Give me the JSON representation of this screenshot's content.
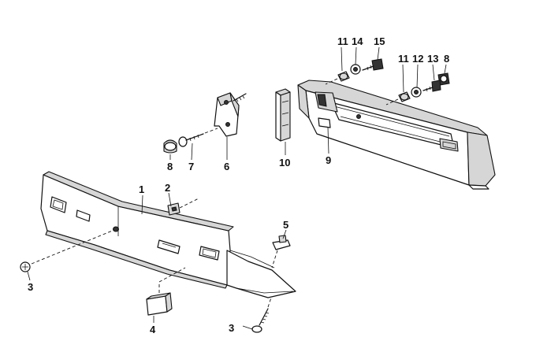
{
  "callouts": [
    {
      "id": "c11a",
      "label": "11"
    },
    {
      "id": "c14",
      "label": "14"
    },
    {
      "id": "c15",
      "label": "15"
    },
    {
      "id": "c11b",
      "label": "11"
    },
    {
      "id": "c12",
      "label": "12"
    },
    {
      "id": "c13",
      "label": "13"
    },
    {
      "id": "c8a",
      "label": "8"
    },
    {
      "id": "c10",
      "label": "10"
    },
    {
      "id": "c9",
      "label": "9"
    },
    {
      "id": "c8b",
      "label": "8"
    },
    {
      "id": "c7",
      "label": "7"
    },
    {
      "id": "c6",
      "label": "6"
    },
    {
      "id": "c1",
      "label": "1"
    },
    {
      "id": "c2",
      "label": "2"
    },
    {
      "id": "c5",
      "label": "5"
    },
    {
      "id": "c3a",
      "label": "3"
    },
    {
      "id": "c4",
      "label": "4"
    },
    {
      "id": "c3b",
      "label": "3"
    }
  ],
  "colors": {
    "line": "#111111",
    "shade": "#d6d6d6",
    "dark": "#333333",
    "background": "#ffffff"
  }
}
